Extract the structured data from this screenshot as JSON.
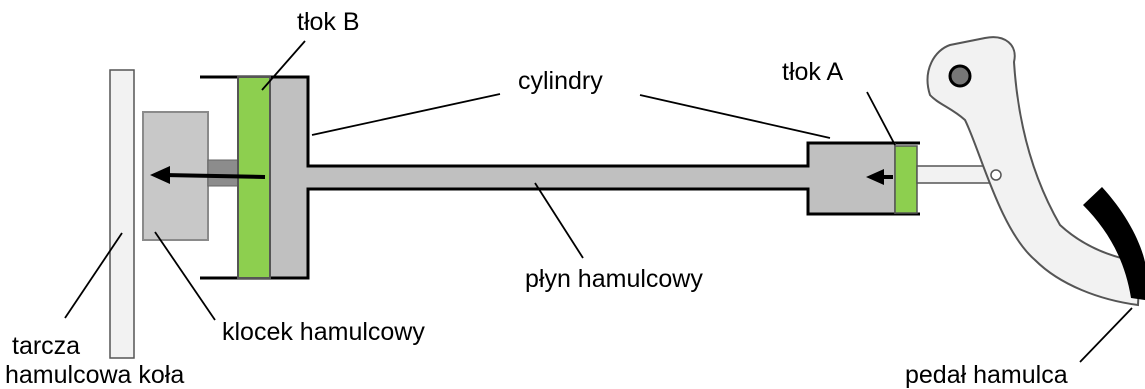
{
  "labels": {
    "piston_b": "tłok B",
    "cylinders": "cylindry",
    "piston_a": "tłok A",
    "brake_fluid": "płyn hamulcowy",
    "brake_pad": "klocek hamulcowy",
    "disc_line1": "tarcza",
    "disc_line2": "hamulcowa koła",
    "brake_pedal": "pedał hamulca"
  },
  "colors": {
    "piston": "#8dcf4f",
    "fluid": "#c0c0c0",
    "pad": "#c8c8c8",
    "disc": "#f2f2f2",
    "rod": "#8c8c8c",
    "pedal": "#f2f2f2",
    "outline": "#000000",
    "pedal_pad": "#000000"
  }
}
